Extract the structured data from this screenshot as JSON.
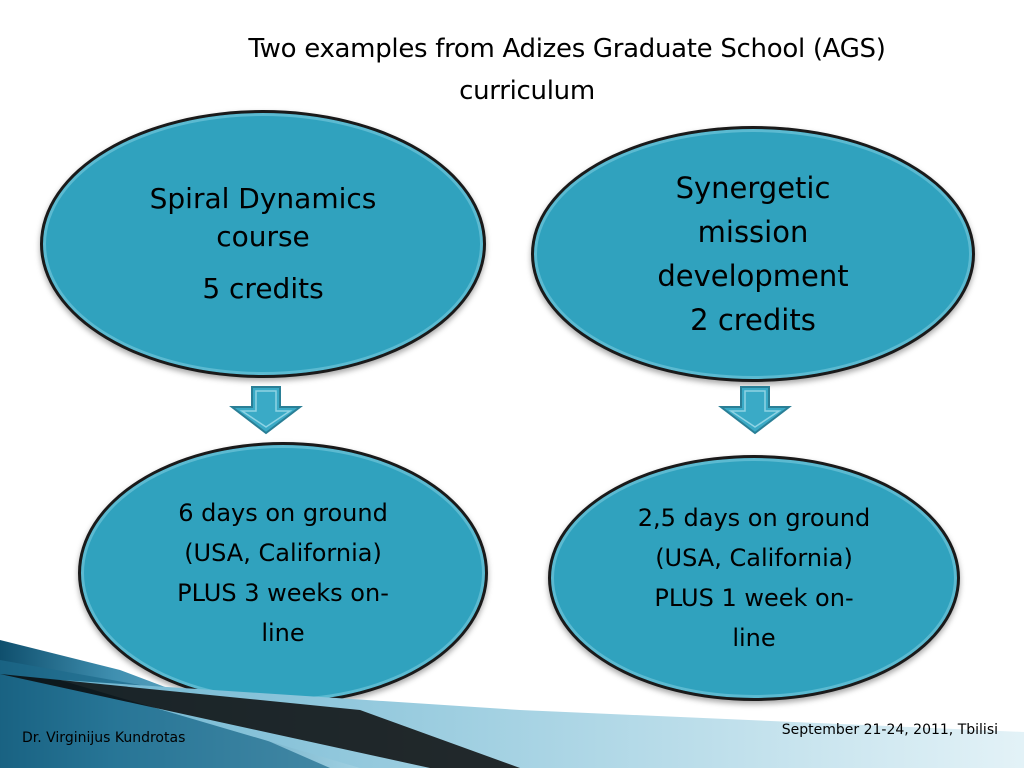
{
  "title": {
    "line1": "Two examples from Adizes Graduate School (AGS)",
    "line2": "curriculum"
  },
  "courses": [
    {
      "name_line1": "Spiral Dynamics",
      "name_line2": "course",
      "credits": "5 credits",
      "detail_lines": [
        "6 days on ground",
        "(USA, California)",
        "PLUS 3 weeks on-",
        "line"
      ]
    },
    {
      "name_line1": "Synergetic",
      "name_line2": "mission",
      "name_line3": "development",
      "credits": "2 credits",
      "detail_lines": [
        "2,5 days on ground",
        "(USA, California)",
        "PLUS 1 week on-",
        "line"
      ]
    }
  ],
  "footer": {
    "author": "Dr. Virginijus Kundrotas",
    "date_place": "September 21-24, 2011, Tbilisi"
  },
  "colors": {
    "ellipse_fill": "#30a2be",
    "outline": "#1a1a1a",
    "arrow_fill": "#3aaac6",
    "swoosh_dark": "#1a5c7a",
    "swoosh_light": "#b8dcea"
  }
}
